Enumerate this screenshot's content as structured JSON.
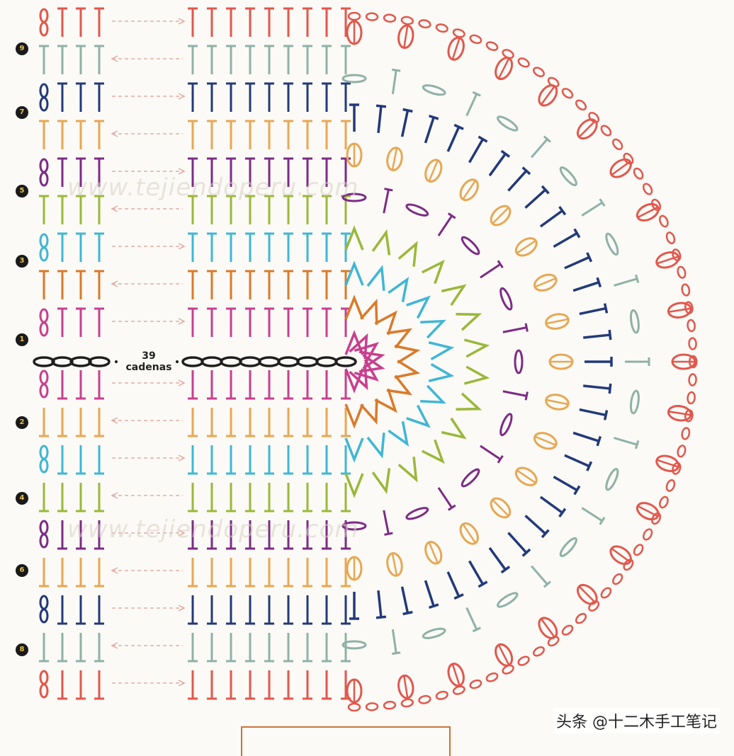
{
  "watermarks": [
    "www.tejiendoperu.com",
    "www.tejiendoperu.com"
  ],
  "chain": {
    "count": "39",
    "label": "cadenas"
  },
  "credit": "头条 @十二木手工笔记",
  "round_markers": [
    "9",
    "7",
    "5",
    "3",
    "1",
    "2",
    "4",
    "6",
    "8"
  ],
  "colors": {
    "red": "#e2574c",
    "sage": "#8fb1a8",
    "navy": "#23397a",
    "orange": "#e8a752",
    "purple": "#7d2b86",
    "lime": "#9ab83a",
    "cyan": "#3fb6d6",
    "rust": "#d97a2a",
    "magenta": "#c83f8e",
    "chain": "#1e1e1e"
  }
}
